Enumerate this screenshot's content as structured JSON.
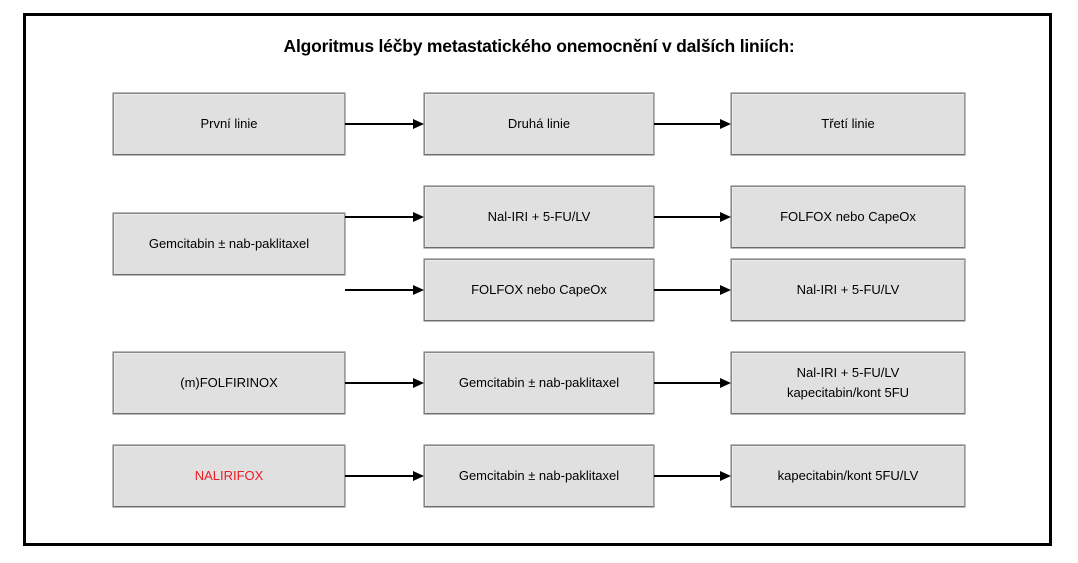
{
  "title": "Algoritmus léčby metastatického onemocnění v dalších liniích:",
  "colors": {
    "accent": "#ed1c24",
    "node_fill": "#e0e0e0",
    "node_border": "#707070",
    "frame": "#000000",
    "text": "#000000",
    "background": "#ffffff"
  },
  "header_row": {
    "line1": "První linie",
    "line2": "Druhá linie",
    "line3": "Třetí linie"
  },
  "rows": [
    {
      "id": "row-gemcitabin",
      "first_line": {
        "label": "Gemcitabin ± nab-paklitaxel"
      },
      "branches": [
        {
          "second_line": {
            "label": "Nal-IRI + 5-FU/LV"
          },
          "third_line": {
            "label": "FOLFOX nebo CapeOx"
          }
        },
        {
          "second_line": {
            "label": "FOLFOX nebo CapeOx"
          },
          "third_line": {
            "label": "Nal-IRI + 5-FU/LV"
          }
        }
      ]
    },
    {
      "id": "row-folfirinox",
      "first_line": {
        "label": "(m)FOLFIRINOX"
      },
      "branches": [
        {
          "second_line": {
            "label": "Gemcitabin ± nab-paklitaxel"
          },
          "third_line": {
            "label_line_1": "Nal-IRI + 5-FU/LV",
            "label_line_2": "kapecitabin/kont 5FU"
          }
        }
      ]
    },
    {
      "id": "row-nalirifox",
      "first_line": {
        "label": "NALIRIFOX",
        "highlighted": true
      },
      "branches": [
        {
          "second_line": {
            "label": "Gemcitabin ± nab-paklitaxel"
          },
          "third_line": {
            "label": "kapecitabin/kont 5FU/LV"
          }
        }
      ]
    }
  ]
}
